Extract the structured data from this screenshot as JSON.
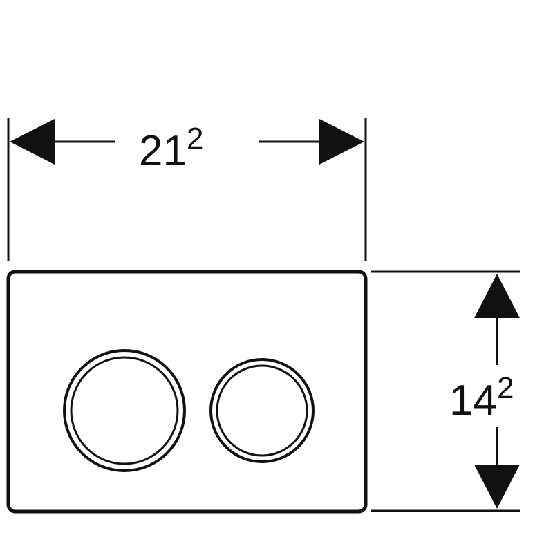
{
  "dimensions": {
    "width": {
      "main": "21",
      "sup": "2"
    },
    "height": {
      "main": "14",
      "sup": "2"
    }
  },
  "colors": {
    "line": "#111111",
    "background": "#ffffff"
  },
  "icons": {
    "arrow": "filled-triangle-arrowhead",
    "button": "double-ring-circle"
  }
}
